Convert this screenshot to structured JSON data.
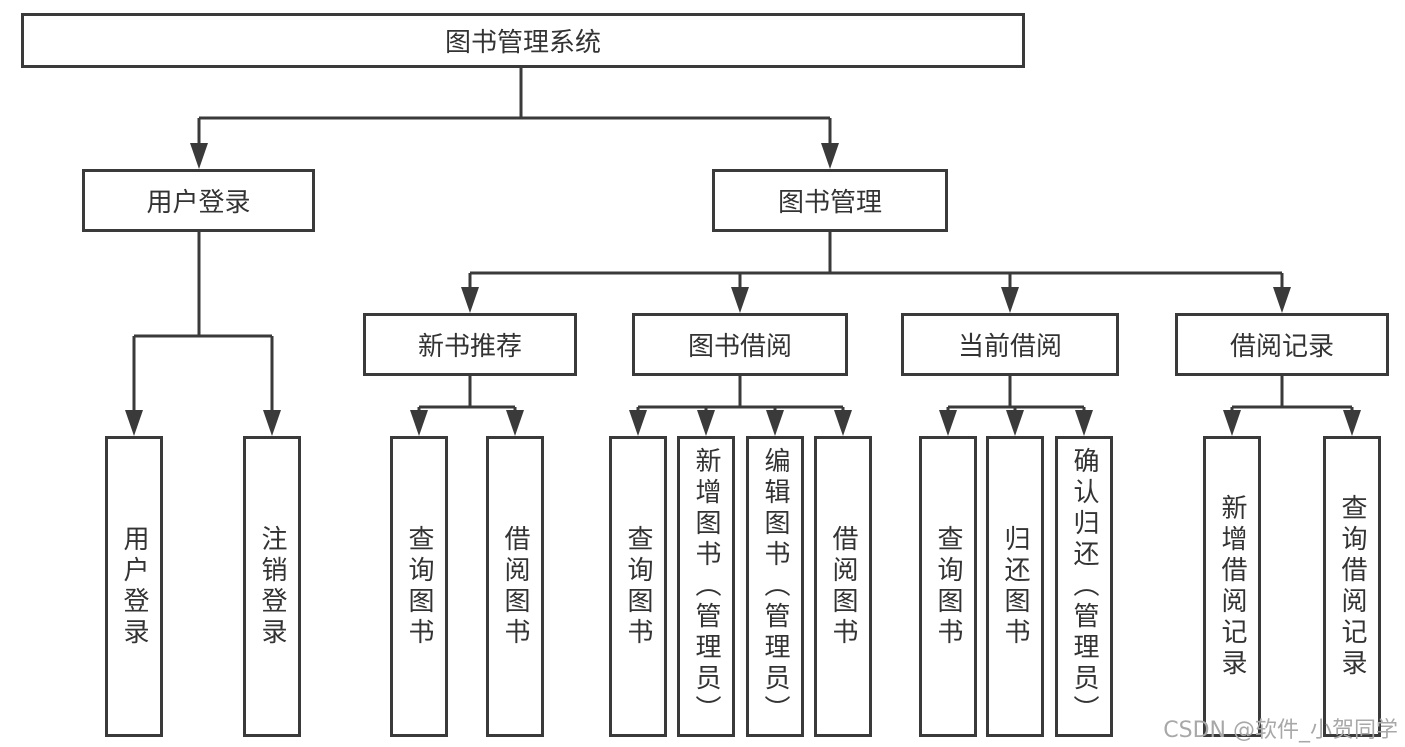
{
  "tree": {
    "root": {
      "label": "图书管理系统"
    },
    "children": [
      {
        "label": "用户登录",
        "children": [
          {
            "label": "用户登录"
          },
          {
            "label": "注销登录"
          }
        ]
      },
      {
        "label": "图书管理",
        "children": [
          {
            "label": "新书推荐",
            "children": [
              {
                "label": "查询图书"
              },
              {
                "label": "借阅图书"
              }
            ]
          },
          {
            "label": "图书借阅",
            "children": [
              {
                "label": "查询图书"
              },
              {
                "label": "新增图书（管理员）"
              },
              {
                "label": "编辑图书（管理员）"
              },
              {
                "label": "借阅图书"
              }
            ]
          },
          {
            "label": "当前借阅",
            "children": [
              {
                "label": "查询图书"
              },
              {
                "label": "归还图书"
              },
              {
                "label": "确认归还（管理员）"
              }
            ]
          },
          {
            "label": "借阅记录",
            "children": [
              {
                "label": "新增借阅记录"
              },
              {
                "label": "查询借阅记录"
              }
            ]
          }
        ]
      }
    ]
  },
  "watermark": {
    "text": "CSDN @软件_小贺同学"
  },
  "colors": {
    "line": "#3a3a3a",
    "text": "#333333",
    "watermark": "#a8a8a8",
    "background": "#ffffff"
  }
}
